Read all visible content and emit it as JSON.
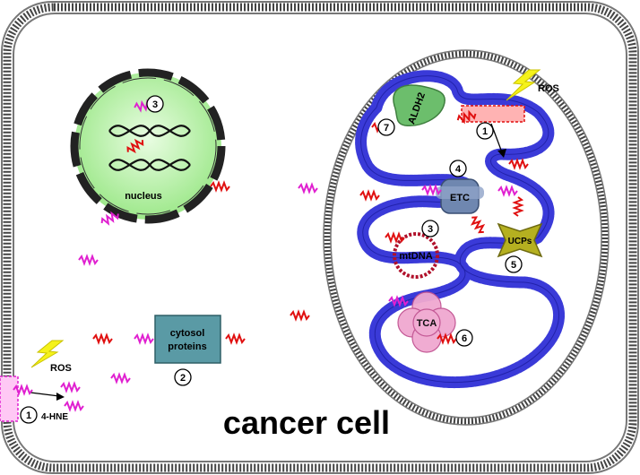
{
  "title": "cancer cell",
  "labels": {
    "nucleus": "nucleus",
    "ros_left": "ROS",
    "ros_mito": "ROS",
    "hne": "4-HNE",
    "cytosol_line1": "cytosol",
    "cytosol_line2": "proteins",
    "mtdna": "mtDNA",
    "etc": "ETC",
    "tca": "TCA",
    "ucp": "UCPs",
    "aldh2": "ALDH2"
  },
  "numbers": {
    "n1_left": "1",
    "n2": "2",
    "n3_nucleus": "3",
    "n1_mito": "1",
    "n3_mito": "3",
    "n4": "4",
    "n5": "5",
    "n6": "6",
    "n7": "7"
  },
  "colors": {
    "membrane": "#555555",
    "mito_membrane": "#3a3ad8",
    "nucleus_fill": "#b9f5a9",
    "aldehyde_red": "#e01010",
    "aldehyde_magenta": "#e020d0",
    "cytosol_box": "#5a9aa5",
    "tca_pink": "#f0a8d0",
    "etc_blue": "#6f87b0",
    "ucp_olive": "#b5b020",
    "aldh2_green": "#6cbe6c",
    "lightning": "#f5f21a"
  }
}
